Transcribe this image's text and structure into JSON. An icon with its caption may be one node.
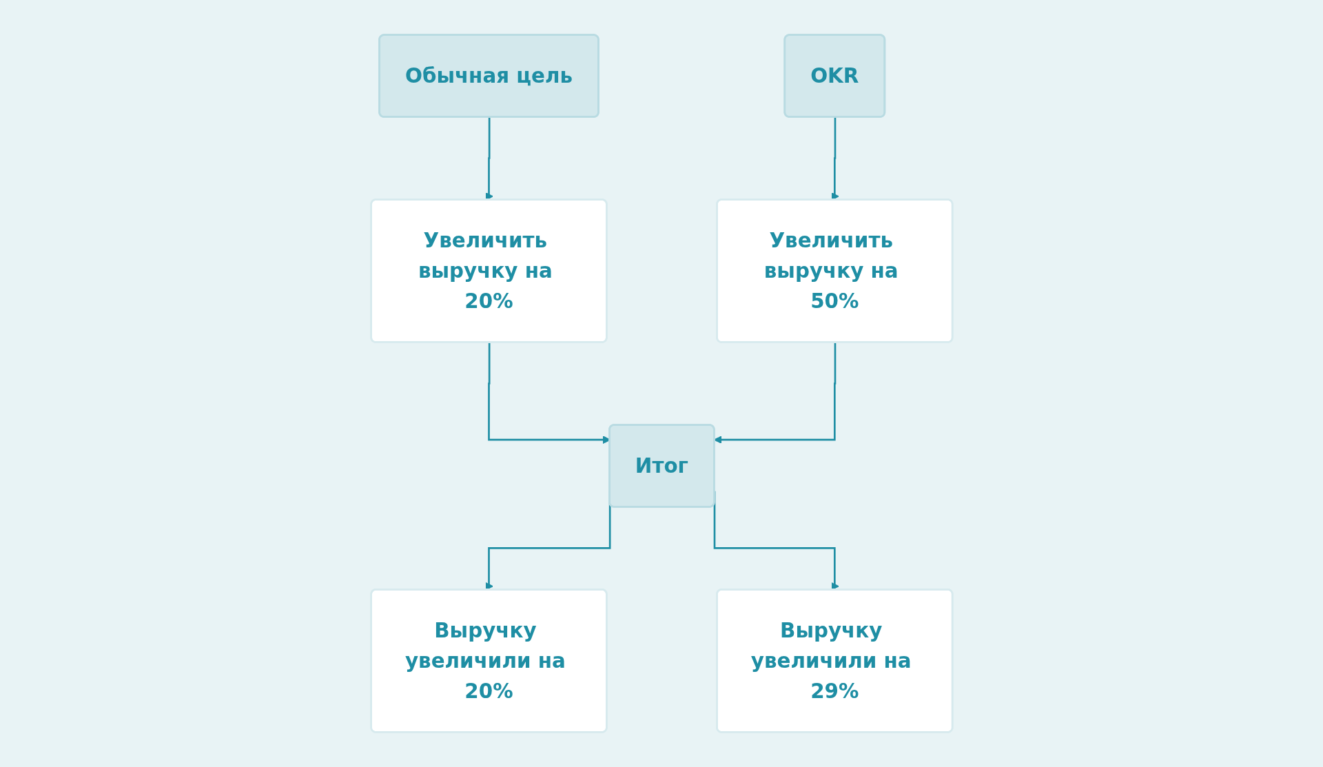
{
  "diagram": {
    "nodes": [
      {
        "text": [
          "Обычная цель"
        ]
      },
      {
        "text": [
          "OKR"
        ]
      },
      {
        "text": [
          "Увеличить выручку на 20%"
        ]
      },
      {
        "text": [
          "Увеличить выручку на 50%"
        ]
      },
      {
        "text": [
          "Итог"
        ]
      },
      {
        "text": [
          "Выручку увеличили на 20%"
        ]
      },
      {
        "text": [
          "Выручку увеличили на 29%"
        ]
      }
    ],
    "edges": [
      {
        "from": 0,
        "to": 2,
        "arrow": "to"
      },
      {
        "from": 1,
        "to": 3,
        "arrow": "to"
      },
      {
        "from": 2,
        "to": 4,
        "arrow": "to"
      },
      {
        "from": 3,
        "to": 4,
        "arrow": "to"
      },
      {
        "from": 4,
        "to": 5,
        "arrow": "to"
      },
      {
        "from": 4,
        "to": 6,
        "arrow": "to"
      }
    ]
  }
}
